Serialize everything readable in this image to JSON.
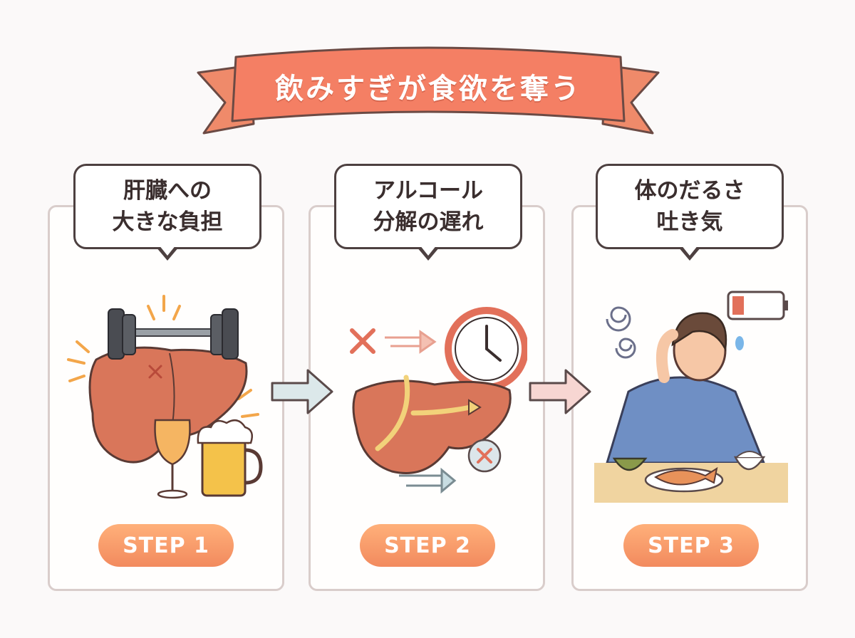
{
  "title": "飲みすぎが食欲を奪う",
  "steps": [
    {
      "bubble": "肝臓への\n大きな負担",
      "label": "STEP 1"
    },
    {
      "bubble": "アルコール\n分解の遅れ",
      "label": "STEP 2"
    },
    {
      "bubble": "体のだるさ\n吐き気",
      "label": "STEP 3"
    }
  ],
  "colors": {
    "accent": "#f28a5e",
    "banner": "#f07a5e",
    "liver": "#d9765a",
    "border": "#d9cdcb"
  }
}
